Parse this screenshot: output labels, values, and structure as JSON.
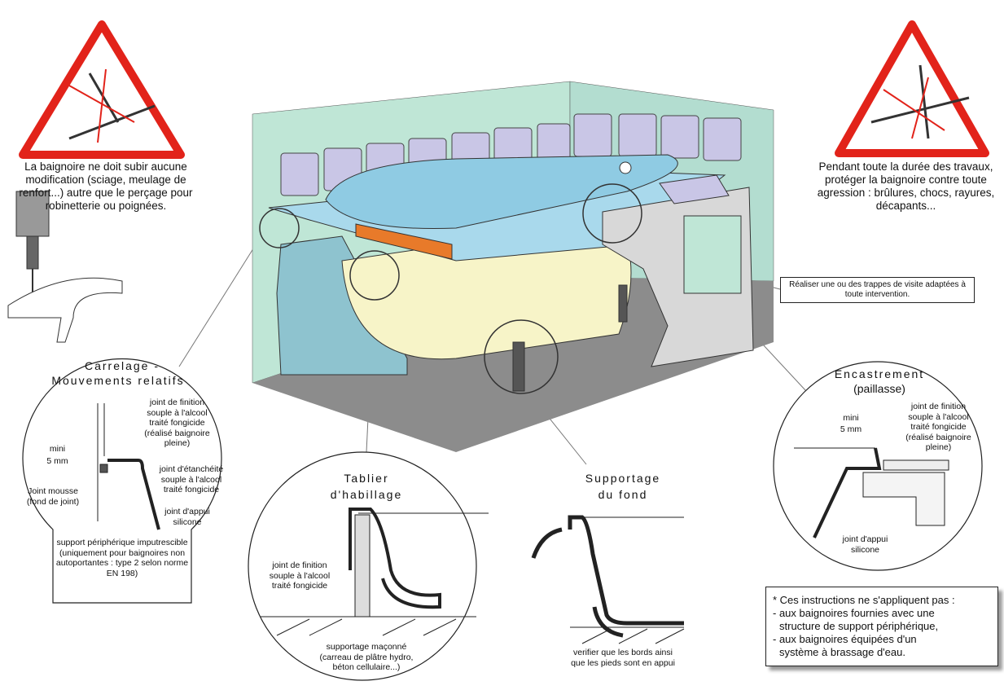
{
  "warnings": {
    "left": "La baignoire ne doit subir aucune modification (sciage, meulage de renfort...) autre que le perçage pour robinetterie ou poignées.",
    "right": "Pendant toute la durée des travaux, protéger la baignoire contre toute agression : brûlures, chocs, rayures, décapants..."
  },
  "callout_trappes": "Réaliser une ou des trappes de visite adaptées à toute intervention.",
  "carrelage": {
    "title_line1": "Carrelage -",
    "title_line2": "Mouvements relatifs",
    "joint_finition": "joint de finition souple à l'alcool traité fongicide (réalisé baignoire pleine)",
    "mini": "mini",
    "mm": "5 mm",
    "joint_etancheite": "joint d'étanchéité souple à l'alcool traité fongicide",
    "joint_mousse": "Joint mousse (fond de joint)",
    "joint_appui": "joint d'appui silicone",
    "support": "support périphérique imputrescible (uniquement pour baignoires non autoportantes : type 2 selon norme EN 198)"
  },
  "tablier": {
    "title_line1": "Tablier",
    "title_line2": "d'habillage",
    "joint_finition": "joint de finition souple à l'alcool traité fongicide",
    "supportage": "supportage maçonné (carreau de plâtre hydro, béton cellulaire...)"
  },
  "supportage_fond": {
    "title_line1": "Supportage",
    "title_line2": "du fond",
    "note": "verifier que les bords ainsi que les pieds sont en appui"
  },
  "encastrement": {
    "title_line1": "Encastrement",
    "title_line2": "(paillasse)",
    "mini": "mini",
    "mm": "5 mm",
    "joint_finition": "joint de finition souple à l'alcool traité fongicide (réalisé baignoire pleine)",
    "joint_appui": "joint d'appui silicone"
  },
  "footnote": {
    "line1": "* Ces instructions ne s'appliquent pas :",
    "line2": "- aux baignoires fournies avec une",
    "line3": "  structure de support périphérique,",
    "line4": "- aux baignoires équipées d'un",
    "line5": "  système à brassage d'eau."
  },
  "colors": {
    "wall": "#bfe6d6",
    "floor": "#8c8c8c",
    "tub": "#a9d9ec",
    "tub_body": "#f7f4c8",
    "tile": "#c9c6e6",
    "warning": "#e2231a",
    "level": "#e87a2a"
  }
}
